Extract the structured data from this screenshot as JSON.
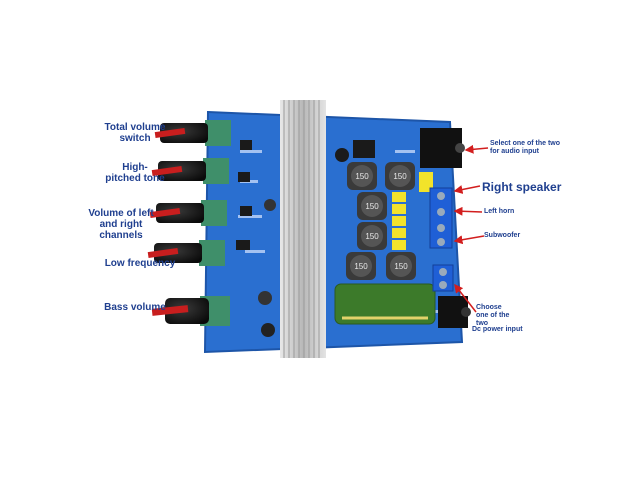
{
  "labels": {
    "total_volume_switch": "Total volume switch",
    "high_pitched_tone": "High-pitched tone",
    "volume_lr_channels": "Volume of left and right channels",
    "low_frequency": "Low frequency",
    "bass_volume": "Bass volume",
    "select_audio_input": "Select one of the two for audio input",
    "right_speaker": "Right speaker",
    "left_horn": "Left horn",
    "subwoofer": "Subwoofer",
    "choose_one": "Choose one of the two",
    "dc_power_input": "Dc power input"
  },
  "board_markings": {
    "inductor_1": "150",
    "inductor_2": "150",
    "inductor_3": "150",
    "inductor_4": "150",
    "inductor_5": "150",
    "inductor_6": "150"
  },
  "colors": {
    "label_text": "#1f3f8f",
    "pcb_blue": "#2a6fd0",
    "heatsink": "#c8c8c8",
    "knob_green": "#3f8f6a",
    "knob_red": "#c81e1e",
    "arrow_red": "#d21e1e"
  }
}
